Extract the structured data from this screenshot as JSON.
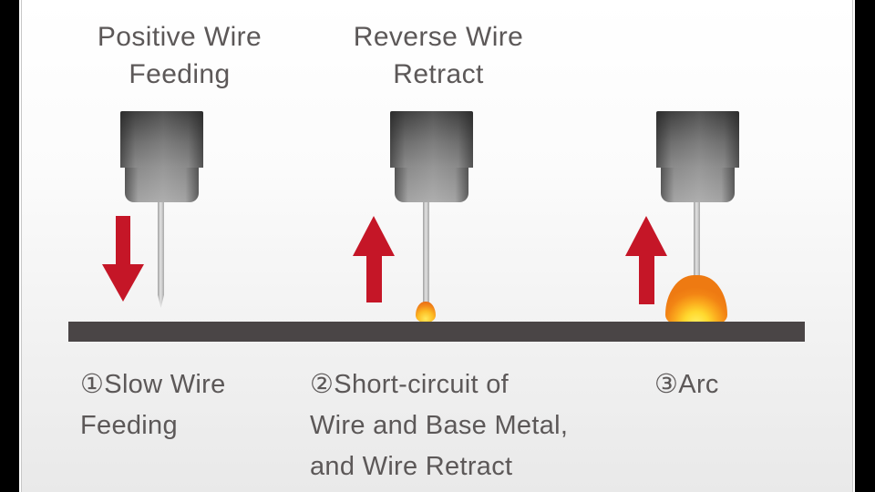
{
  "colors": {
    "bg-top": "#ffffff",
    "bg-bottom": "#e9e9e9",
    "letterbox": "#000000",
    "text": "#5c5858",
    "arrow-red": "#c51627",
    "base-metal": "#4a4546"
  },
  "stages": [
    {
      "name": "positive-wire-feeding",
      "heading_lines": [
        "Positive Wire",
        "Feeding"
      ],
      "arrow_direction": "down",
      "caption_lines": [
        "①Slow Wire",
        "Feeding"
      ]
    },
    {
      "name": "reverse-wire-retract",
      "heading_lines": [
        "Reverse Wire",
        "Retract"
      ],
      "arrow_direction": "up",
      "caption_lines": [
        "②Short-circuit of",
        "Wire and Base Metal,",
        "and Wire Retract"
      ]
    },
    {
      "name": "arc",
      "heading_lines": [],
      "arrow_direction": "up",
      "caption_lines": [
        "③Arc"
      ]
    }
  ],
  "icons": {
    "down_arrow": "red-down-arrow",
    "up_arrow": "red-up-arrow",
    "droplet": "molten-short-circuit-droplet",
    "flame": "arc-flame",
    "torch": "welding-torch-nozzle",
    "plate": "base-metal-plate"
  }
}
